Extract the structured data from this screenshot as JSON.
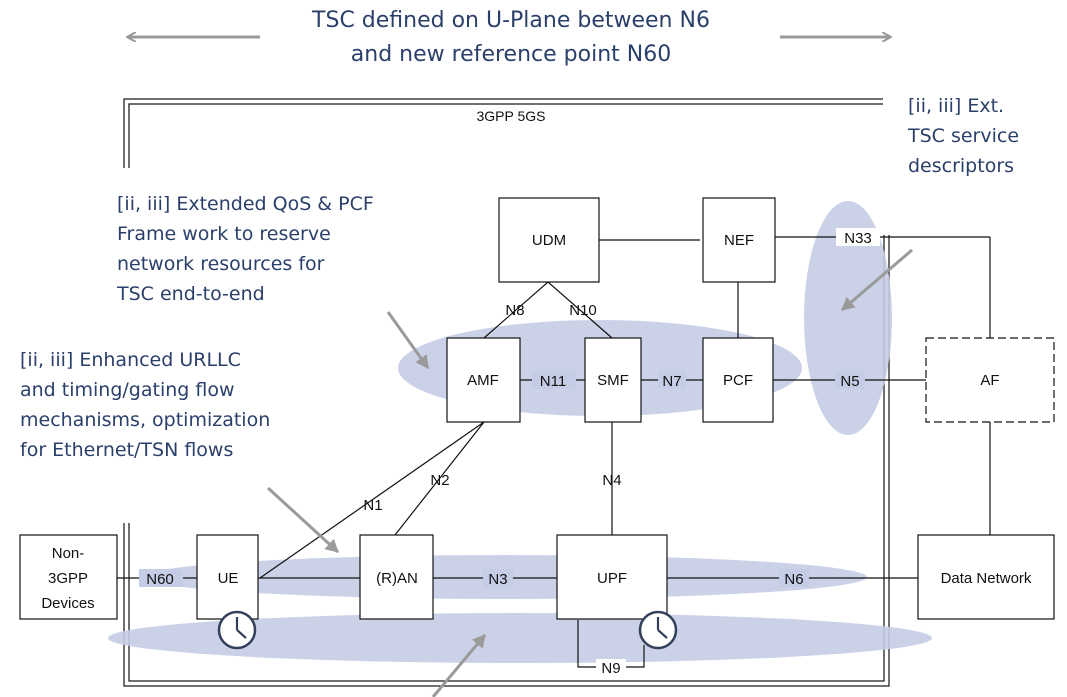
{
  "title": {
    "line1": "TSC defined on U-Plane between N6",
    "line2": "and new reference point N60"
  },
  "system_label": "3GPP 5GS",
  "nodes": {
    "udm": "UDM",
    "nef": "NEF",
    "amf": "AMF",
    "smf": "SMF",
    "pcf": "PCF",
    "af": "AF",
    "ue": "UE",
    "ran": "(R)AN",
    "upf": "UPF",
    "data_network": "Data Network",
    "non3gpp": [
      "Non-",
      "3GPP",
      "Devices"
    ]
  },
  "interfaces": {
    "n1": "N1",
    "n2": "N2",
    "n3": "N3",
    "n4": "N4",
    "n5": "N5",
    "n6": "N6",
    "n7": "N7",
    "n8": "N8",
    "n9": "N9",
    "n10": "N10",
    "n11": "N11",
    "n33": "N33",
    "n60": "N60"
  },
  "annotations": {
    "qos": [
      "[ii, iii] Extended QoS & PCF",
      "Frame work to reserve",
      "network resources for",
      "TSC end-to-end"
    ],
    "urllc": [
      "[ii, iii] Enhanced URLLC",
      "and timing/gating flow",
      "mechanisms, optimization",
      "for Ethernet/TSN flows"
    ],
    "service": [
      "[ii, iii] Ext.",
      "TSC service",
      "descriptors"
    ]
  },
  "colors": {
    "highlight": "#c5cde6",
    "annotation_text": "#2a3f6a",
    "arrow": "#9a9a9a"
  },
  "icons": [
    "clock-icon",
    "clock-icon"
  ]
}
